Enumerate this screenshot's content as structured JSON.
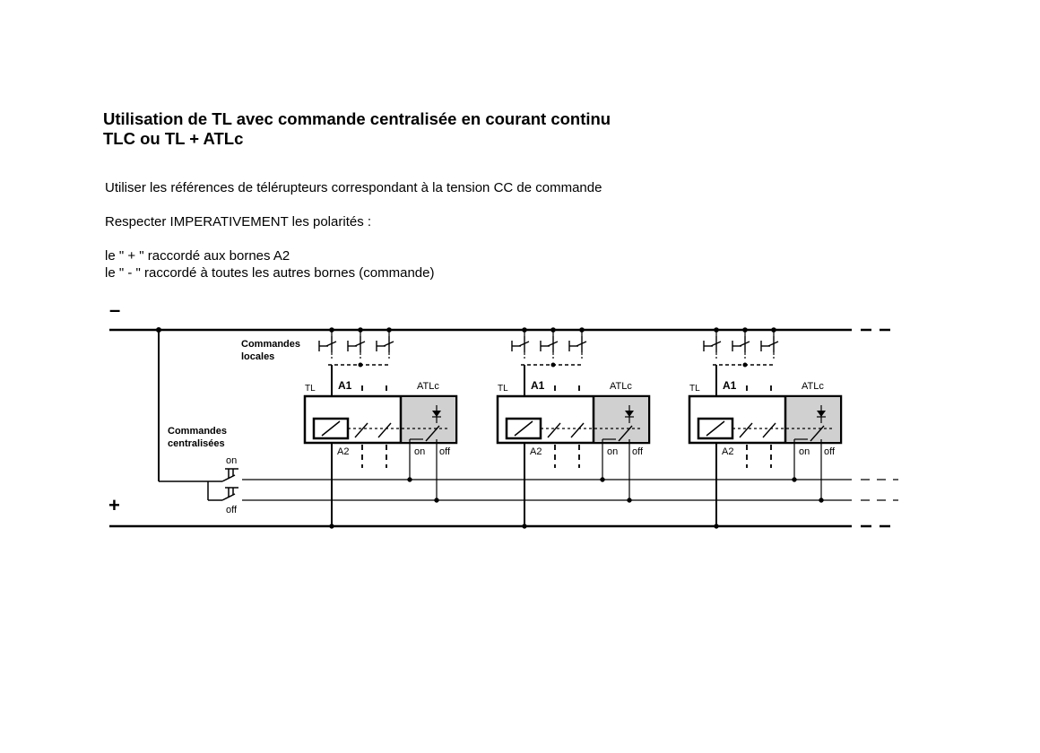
{
  "title": {
    "line1": "Utilisation de TL avec commande centralisée en courant continu",
    "line2": "TLC ou TL + ATLc"
  },
  "text": {
    "line1": "Utiliser les références de télérupteurs correspondant à la tension CC de commande",
    "line2": "Respecter IMPERATIVEMENT les polarités :",
    "line3": "le \" + \" raccordé aux bornes A2",
    "line4": "le \" - \" raccordé à toutes les autres bornes (commande)"
  },
  "diagram": {
    "minus_sign": "–",
    "plus_sign": "+",
    "commandes_locales": [
      "Commandes",
      "locales"
    ],
    "commandes_centralisees": [
      "Commandes",
      "centralisées"
    ],
    "on_label": "on",
    "off_label": "off",
    "modules": [
      {
        "tl": "TL",
        "a1": "A1",
        "a2": "A2",
        "atlc": "ATLc",
        "on": "on",
        "off": "off"
      },
      {
        "tl": "TL",
        "a1": "A1",
        "a2": "A2",
        "atlc": "ATLc",
        "on": "on",
        "off": "off"
      },
      {
        "tl": "TL",
        "a1": "A1",
        "a2": "A2",
        "atlc": "ATLc",
        "on": "on",
        "off": "off"
      }
    ]
  }
}
